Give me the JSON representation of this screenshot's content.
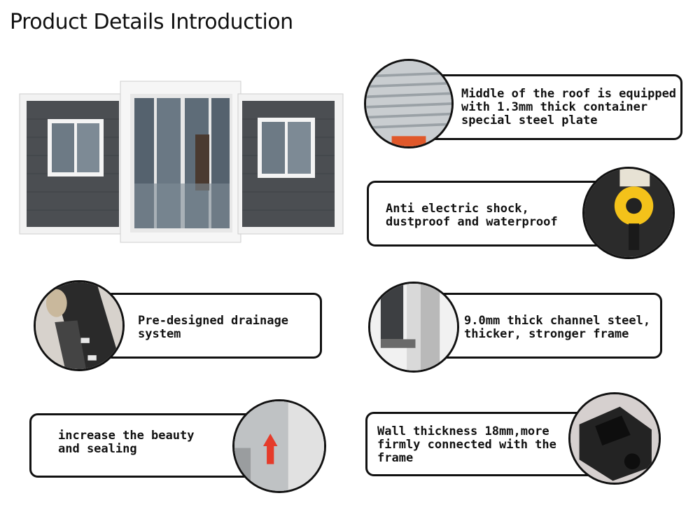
{
  "title": "Product Details Introduction",
  "features": [
    {
      "text": "Middle of the roof is equipped\nwith 1.3mm thick container\nspecial steel plate",
      "icon": "roof-steel-plate-photo"
    },
    {
      "text": "Anti electric shock,\ndustproof and waterproof",
      "icon": "electric-socket-photo"
    },
    {
      "text": "Pre-designed drainage\nsystem",
      "icon": "drainage-photo"
    },
    {
      "text": "9.0mm thick channel steel,\nthicker, stronger frame",
      "icon": "channel-steel-photo"
    },
    {
      "text": "increase the beauty\nand sealing",
      "icon": "interior-corner-photo"
    },
    {
      "text": "Wall thickness 18mm,more\nfirmly connected with the\nframe",
      "icon": "corner-casting-photo"
    }
  ]
}
